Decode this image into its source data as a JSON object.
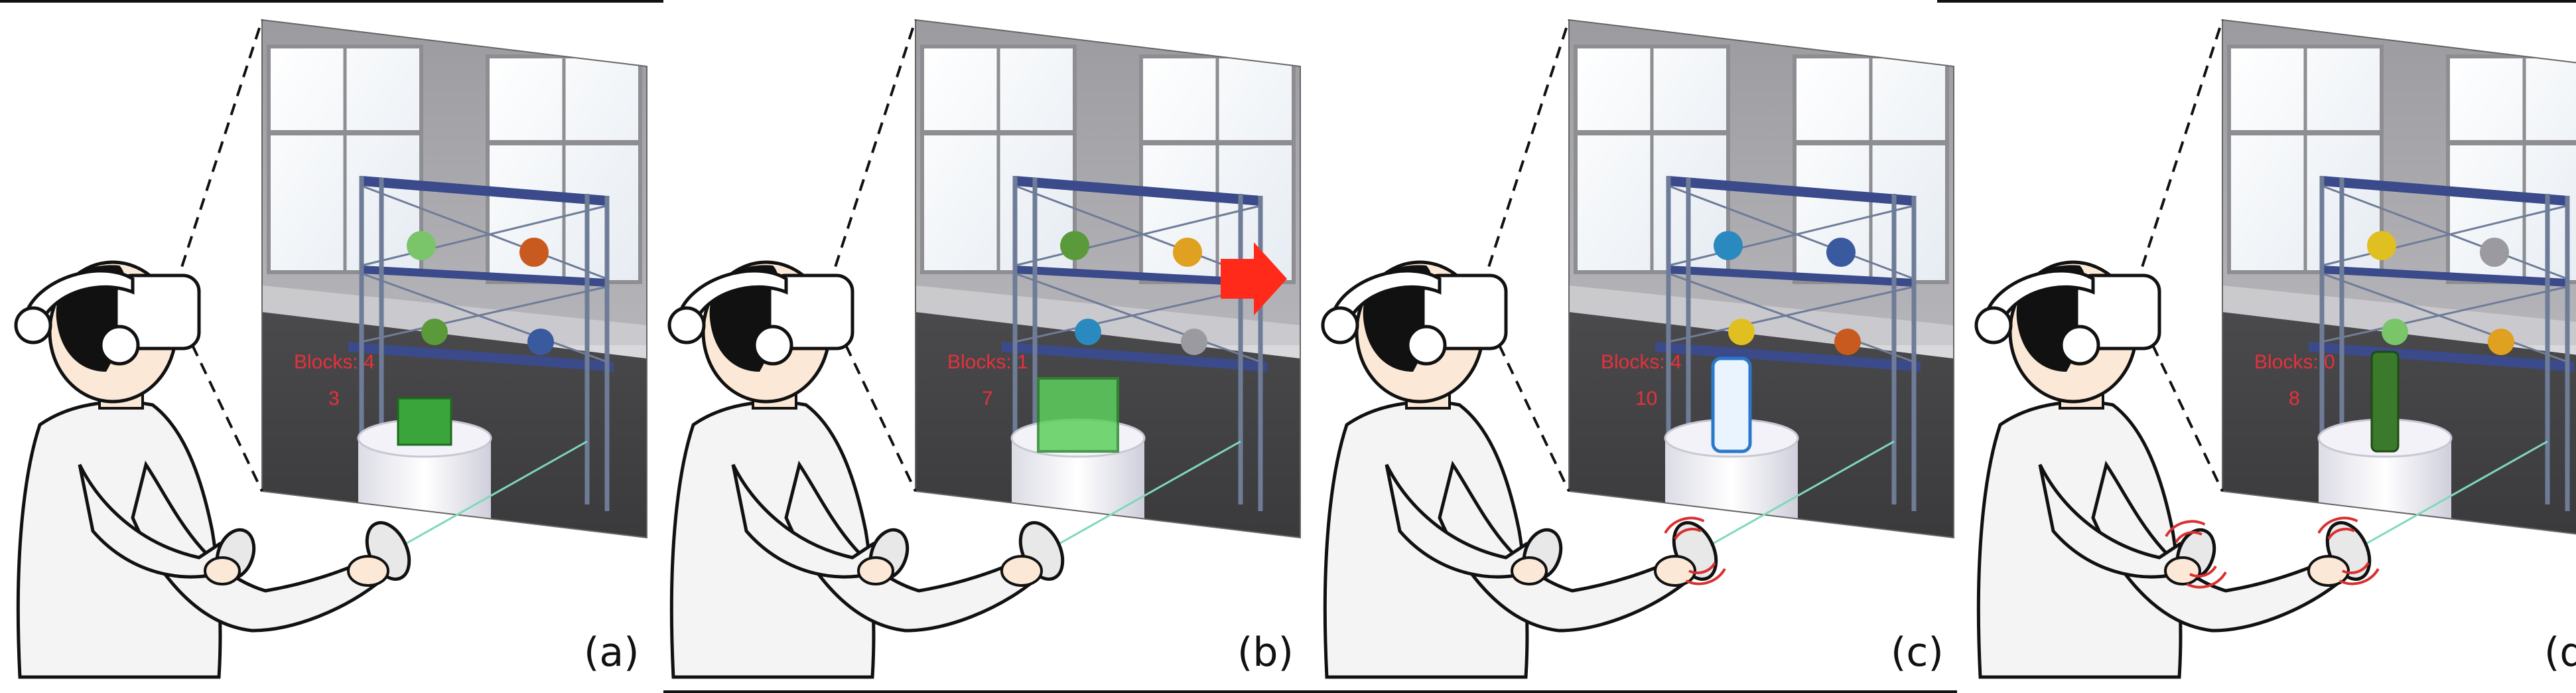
{
  "panels": [
    {
      "label": "(a)",
      "hud_text": "Blocks: 4",
      "hud_count": "3",
      "vibration": "none"
    },
    {
      "label": "(b)",
      "hud_text": "Blocks: 1",
      "hud_count": "7",
      "vibration": "none"
    },
    {
      "label": "(c)",
      "hud_text": "Blocks: 4",
      "hud_count": "10",
      "vibration": "right"
    },
    {
      "label": "(d)",
      "hud_text": "Blocks: 0",
      "hud_count": "8",
      "vibration": "both"
    }
  ],
  "colors": {
    "hud_text": "#e8303a",
    "shelf_frame": "#6f7c98",
    "shelf_board": "#3b4a8a",
    "ray": "#7fd9b8",
    "highlight_box": "#5ccf5c",
    "arrow": "#ff2a1a",
    "vibration": "#d83030"
  }
}
